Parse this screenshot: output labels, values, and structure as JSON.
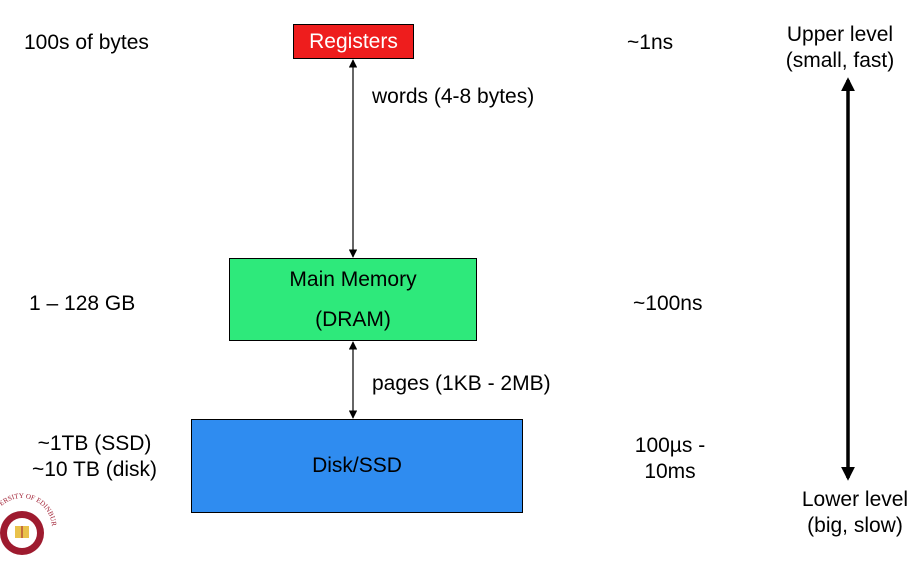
{
  "colors": {
    "registers": "#ee1d1d",
    "main_memory": "#2ee97b",
    "disk": "#2f8cf0",
    "logo": "#9e1b2f"
  },
  "levels": {
    "registers": {
      "label": "Registers",
      "size": "100s of bytes",
      "latency": "~1ns"
    },
    "main_memory": {
      "label_line1": "Main Memory",
      "label_line2": "(DRAM)",
      "size": "1 – 128 GB",
      "latency": "~100ns"
    },
    "disk": {
      "label": "Disk/SSD",
      "size_line1": "~1TB (SSD)",
      "size_line2": "~10 TB (disk)",
      "latency_line1": "100µs -",
      "latency_line2": "10ms"
    }
  },
  "transfers": {
    "registers_memory": "words (4-8 bytes)",
    "memory_disk": "pages (1KB - 2MB)"
  },
  "scale": {
    "upper_line1": "Upper level",
    "upper_line2": "(small, fast)",
    "lower_line1": "Lower level",
    "lower_line2": "(big, slow)"
  },
  "logo": {
    "text": "THE UNIVERSITY OF EDINBURGH"
  }
}
